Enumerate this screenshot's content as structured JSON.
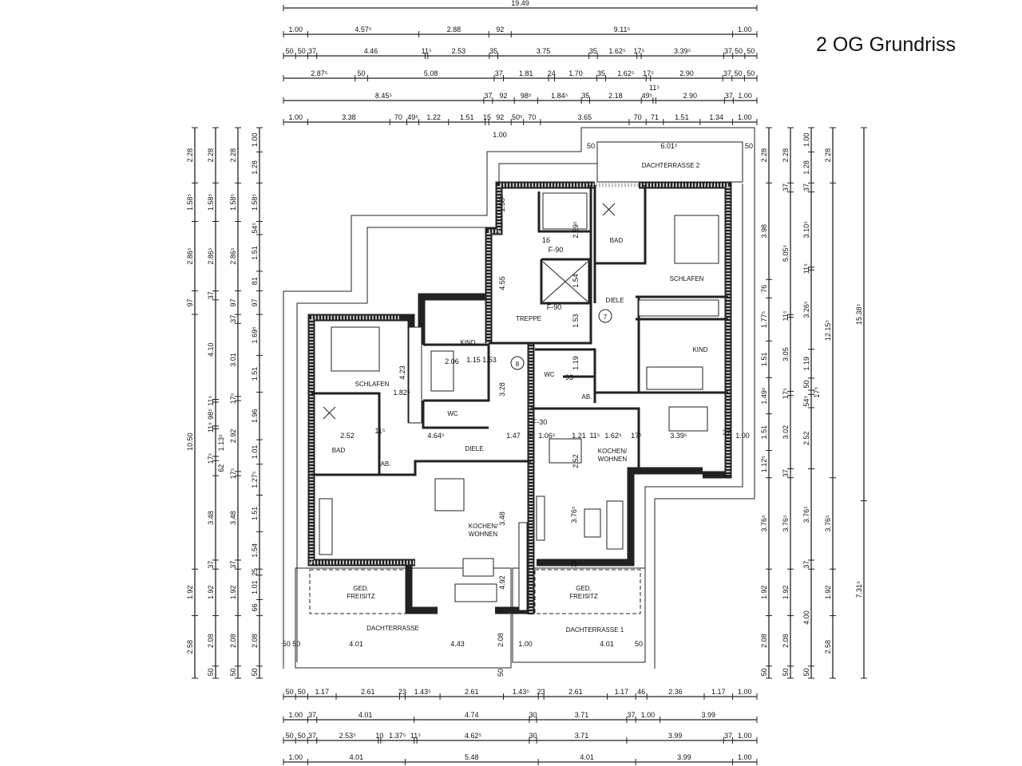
{
  "title": "2 OG Grundriss",
  "dims": {
    "top_rows": [
      [
        "19.49"
      ],
      [
        "1.00",
        "4.57⁵",
        "2.88",
        "92",
        "9.11⁵",
        "1.00"
      ],
      [
        "50",
        "50",
        "37",
        "4.46",
        "11⁵",
        "2.53",
        "35",
        "3.75",
        "35",
        "1.62⁵",
        "17⁵",
        "3.39⁵",
        "37",
        "50",
        "50"
      ],
      [
        "2.87⁵",
        "50",
        "5.08",
        "37",
        "1.81",
        "24",
        "1.70",
        "35",
        "1.62⁵",
        "17⁵",
        "2.90",
        "37",
        "50",
        "50"
      ],
      [
        "8.45⁵",
        "37",
        "92",
        "98⁵",
        "1.84⁵",
        "35",
        "2.18",
        "49⁵",
        "11⁵",
        "2.90",
        "37",
        "1.00"
      ],
      [
        "1.00",
        "3.38",
        "70",
        "49⁵",
        "1.22",
        "1.51",
        "15",
        "92",
        "50⁵",
        "70",
        "3.65",
        "70",
        "71",
        "1.51",
        "1.34",
        "1.00"
      ]
    ],
    "bottom_rows": [
      [
        "50",
        "50",
        "1.17",
        "2.61",
        "23",
        "1.43⁵",
        "2.61",
        "1.43⁵",
        "23",
        "2.61",
        "1.17",
        "46",
        "2.36",
        "1.17",
        "1.00"
      ],
      [
        "1.00",
        "37",
        "4.01",
        "4.74",
        "30",
        "3.71",
        "37",
        "1.00",
        "3.99"
      ],
      [
        "50",
        "50",
        "37",
        "2.53⁵",
        "10",
        "1.37⁵",
        "11⁵",
        "4.62⁵",
        "30",
        "3.71",
        "3.99",
        "37",
        "1.00"
      ],
      [
        "1.00",
        "4.01",
        "5.48",
        "4.01",
        "3.99",
        "1.00"
      ]
    ],
    "left_cols": [
      [
        "2.28",
        "1.58⁵",
        "2.86⁵",
        "97",
        "10.50",
        "1.92",
        "2.58"
      ],
      [
        "2.28",
        "1.58⁵",
        "2.86⁵",
        "37",
        "4.10",
        "11⁵",
        "98⁵",
        "11⁵",
        "1.13⁵",
        "17⁵",
        "62",
        "3.48",
        "37",
        "1.92",
        "2.08",
        "50"
      ],
      [
        "2.28",
        "1.58⁵",
        "2.86⁵",
        "97",
        "37",
        "3.01",
        "17⁵",
        "2.92",
        "17⁵",
        "3.48",
        "37",
        "1.92",
        "2.08",
        "50"
      ],
      [
        "1.00",
        "1.28",
        "1.58⁵",
        "54⁵",
        "1.51",
        "81",
        "97",
        "1.69⁵",
        "1.51",
        "1.96",
        "1.01",
        "1.27⁵",
        "1.51",
        "1.54",
        "25",
        "1.01",
        "66",
        "2.08",
        "50"
      ]
    ],
    "right_cols": [
      [
        "2.28",
        "3.98",
        "76",
        "1.77⁵",
        "1.51",
        "1.49⁵",
        "1.51",
        "1.12⁵",
        "3.76⁵",
        "1.92",
        "2.08",
        "50"
      ],
      [
        "2.28",
        "37",
        "5.05⁵",
        "11⁵",
        "3.05",
        "17⁵",
        "3.02",
        "37",
        "3.76⁵",
        "1.92",
        "2.08",
        "50"
      ],
      [
        "1.00",
        "1.28",
        "37",
        "3.10⁵",
        "11⁵",
        "3.26⁵",
        "1.19",
        "50",
        "17⁵",
        "54⁵",
        "2.52",
        "3.76⁵",
        "37",
        "4.00",
        "50"
      ],
      [
        "2.28",
        "12.15⁵",
        "3.76⁵",
        "1.92",
        "2.58"
      ],
      [
        "15.38⁵",
        "7.31⁵"
      ]
    ]
  },
  "rooms": [
    {
      "lines": [
        "DACHTERRASSE 2"
      ]
    },
    {
      "lines": [
        "BAD"
      ]
    },
    {
      "lines": [
        "SCHLAFEN"
      ]
    },
    {
      "lines": [
        "DIELE"
      ]
    },
    {
      "lines": [
        "TREPPE"
      ]
    },
    {
      "lines": [
        "KIND"
      ]
    },
    {
      "lines": [
        "KIND"
      ]
    },
    {
      "lines": [
        "SCHLAFEN"
      ]
    },
    {
      "lines": [
        "WC"
      ]
    },
    {
      "lines": [
        "WC"
      ]
    },
    {
      "lines": [
        "AB."
      ]
    },
    {
      "lines": [
        "AB."
      ]
    },
    {
      "lines": [
        "BAD"
      ]
    },
    {
      "lines": [
        "DIELE"
      ]
    },
    {
      "lines": [
        "KOCHEN/",
        "WOHNEN"
      ]
    },
    {
      "lines": [
        "KOCHEN/",
        "WOHNEN"
      ]
    },
    {
      "lines": [
        "GED.",
        "FREISITZ"
      ]
    },
    {
      "lines": [
        "GED.",
        "FREISITZ"
      ]
    },
    {
      "lines": [
        "DACHTERRASSE"
      ]
    },
    {
      "lines": [
        "DACHTERRASSE 1"
      ]
    }
  ],
  "markers": [
    "7",
    "8"
  ],
  "plan_dims": [
    "1.00",
    "50",
    "6.01⁵",
    "50",
    "1.58⁵",
    "2.59⁵",
    "4.55",
    "1.54",
    "1.53",
    "2.06",
    "1.15 1.53",
    "3.28",
    "4.23",
    "1.82⁵",
    "1.19",
    "93",
    "2.52",
    "11⁵",
    "4.64⁵",
    "1.47",
    "30",
    "1.06⁵",
    "1.21",
    "11⁵",
    "1.62⁵",
    "17⁵",
    "3.39⁵",
    "37",
    "1.00",
    "2.52",
    "3.48",
    "3.76⁵",
    "37",
    "4.92",
    "37",
    "2.08",
    "50",
    "50 50",
    "4.01",
    "4.43",
    "1.00",
    "4.01",
    "50",
    "16",
    "F-90",
    "F-90",
    "F-30"
  ]
}
